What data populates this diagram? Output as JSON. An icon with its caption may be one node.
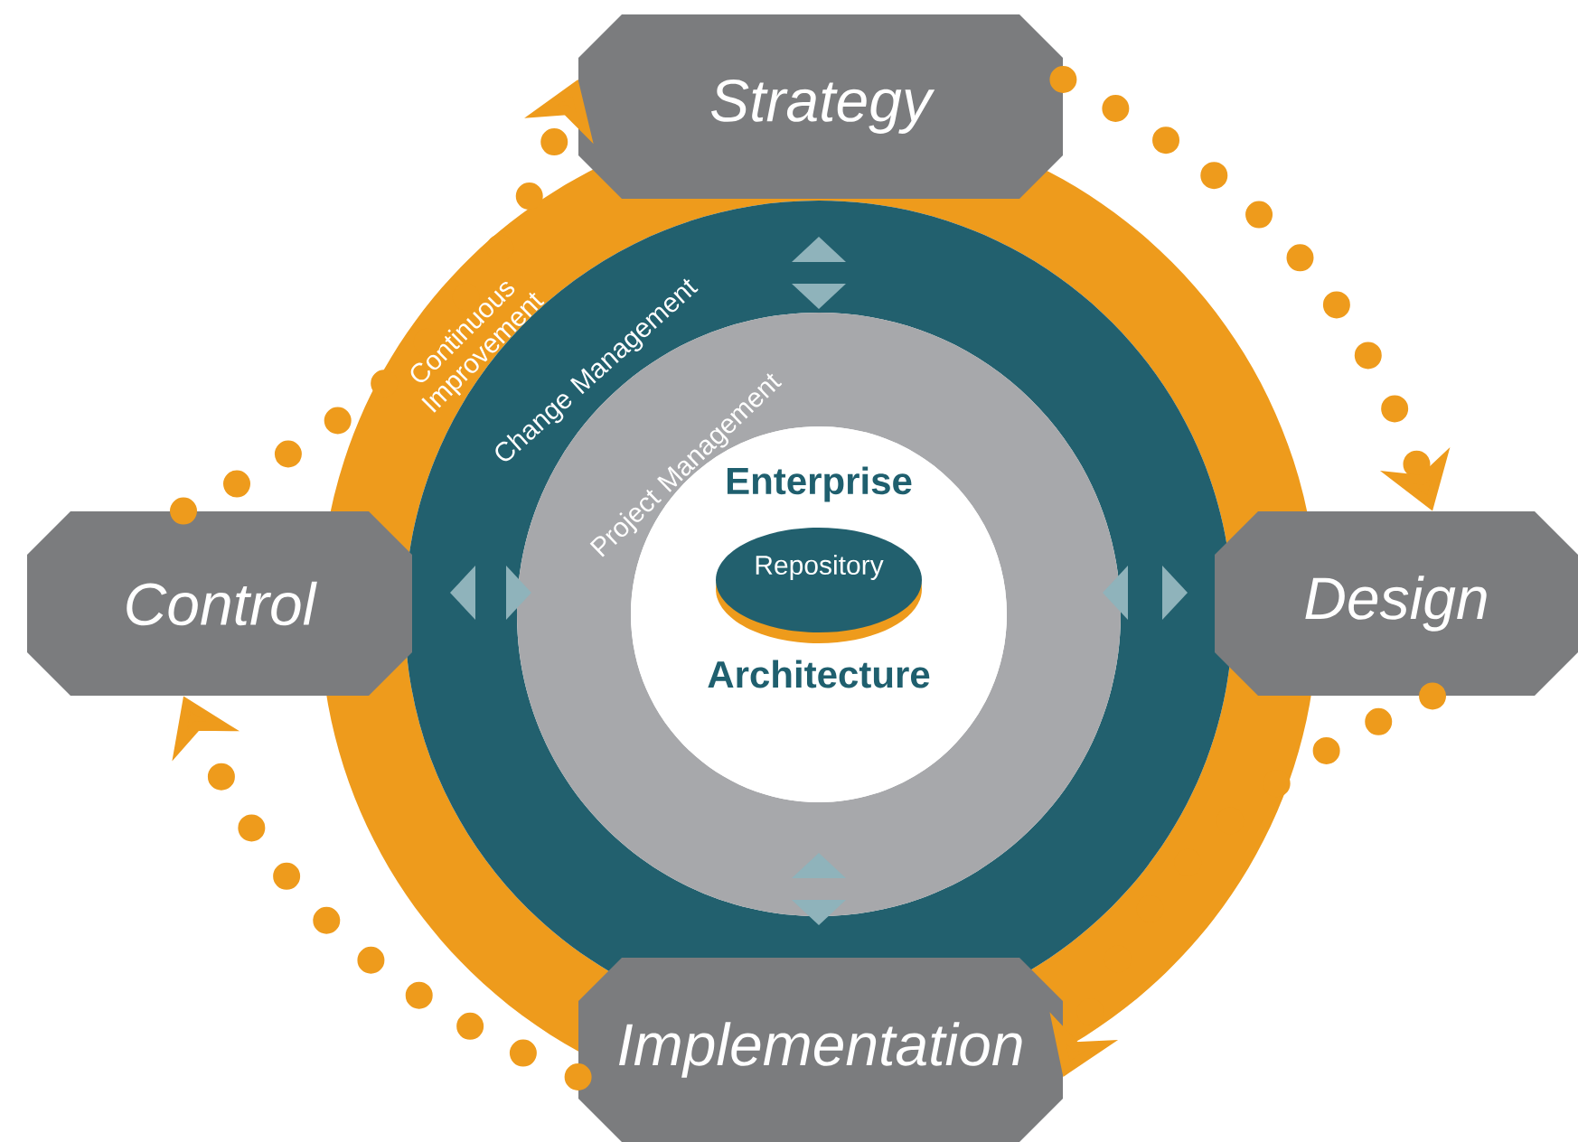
{
  "diagram": {
    "nodes": [
      {
        "text": [
          "Strategy"
        ]
      },
      {
        "text": [
          "Continuous Improvement"
        ]
      },
      {
        "text": [
          "Change Management"
        ]
      },
      {
        "text": [
          "Project Management"
        ]
      },
      {
        "text": [
          "Enterprise",
          "Architecture"
        ]
      },
      {
        "text": [
          "Repository"
        ],
        "in": 4
      },
      {
        "text": [
          "Control"
        ]
      },
      {
        "text": [
          "Design"
        ]
      },
      {
        "text": [
          "Implementation"
        ]
      }
    ],
    "edges": [
      {
        "from": 6,
        "to": 0,
        "arrow": "to"
      },
      {
        "from": 0,
        "to": 7,
        "arrow": "to"
      },
      {
        "from": 7,
        "to": 8,
        "arrow": "to"
      },
      {
        "from": 8,
        "to": 6,
        "arrow": "to"
      }
    ]
  }
}
